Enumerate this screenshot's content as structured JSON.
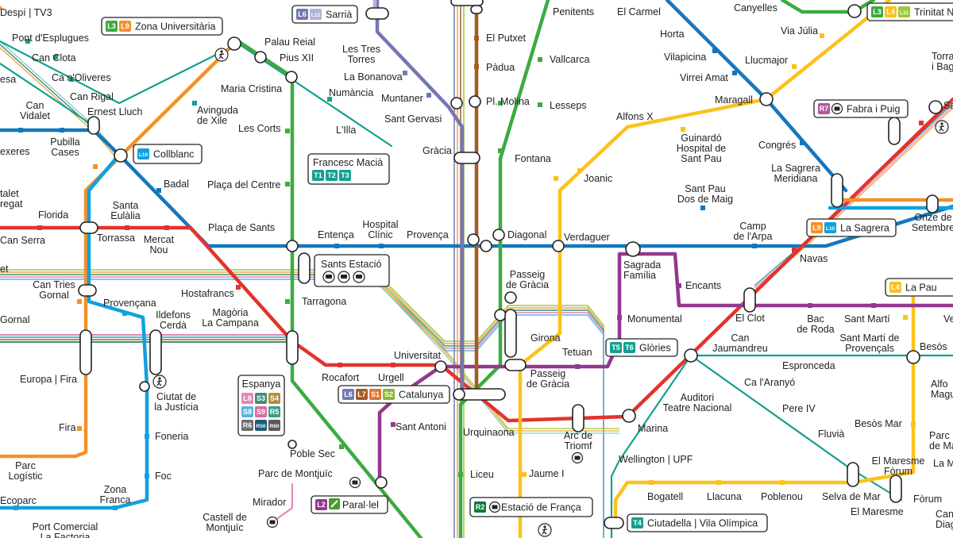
{
  "colors": {
    "L1": "#e2332d",
    "L2": "#93388f",
    "L3": "#3cab41",
    "L4": "#fcc11c",
    "L5": "#1477bd",
    "L6": "#7378b4",
    "L7": "#a65a23",
    "L9": "#f2922a",
    "L10": "#12a0dd",
    "L11": "#9dca3b",
    "L12": "#b3b2d7",
    "S": "#f0a73a",
    "R": "#3a8c8c",
    "tram": "#14a08f",
    "S1": "#e0742a",
    "S2": "#8db733",
    "S3": "#3f8e7a",
    "S4": "#b3903a",
    "S8": "#5fb4e4",
    "S9": "#e06a9b",
    "R5": "#38a08a",
    "R6": "#6b6b6b",
    "R50": "#1f5a78",
    "R60": "#595959",
    "L8": "#e684b8",
    "FM": "#4a9a2e",
    "R2": "#0a7a3a",
    "R7": "#b055a0",
    "RLt": "#8ecfc4"
  },
  "stations": {
    "despi": "Despí | TV3",
    "pont_espluges": "Pont d'Esplugues",
    "can_clota": "Can Clota",
    "ca_noliveres": "Ca n'Oliveres",
    "can_rigal": "Can Rigal",
    "esa": "esa",
    "can_vidalet": "Can\nVidalet",
    "ernest_lluch": "Ernest Lluch",
    "avinguda_xile": "Avinguda\nde Xile",
    "pubilla_cases": "Pubilla\nCases",
    "exeres": "exeres",
    "maria_cristina": "Maria Cristina",
    "palau_reial": "Palau Reial",
    "pius_xii": "Pius XII",
    "les_corts": "Les Corts",
    "numancia": "Numància",
    "lilla": "L'Illa",
    "les_tres_torres": "Les Tres\nTorres",
    "la_bonanova": "La Bonanova",
    "muntaner": "Muntaner",
    "sant_gervasi": "Sant Gervasi",
    "gracia": "Gràcia",
    "el_putxet": "El Putxet",
    "padua": "Pàdua",
    "pl_molina": "Pl. Molina",
    "penitents": "Penitents",
    "vallcarca": "Vallcarca",
    "lesseps": "Lesseps",
    "fontana": "Fontana",
    "el_carmel": "El Carmel",
    "horta": "Horta",
    "vilapicina": "Vilapicina",
    "virrei_amat": "Virrei Amat",
    "maragall": "Maragall",
    "canyelles": "Canyelles",
    "via_julia": "Via Júlia",
    "llucmajor": "Llucmajor",
    "alfons_x": "Alfons X",
    "guinardo": "Guinardó\nHospital de\nSant Pau",
    "joanic": "Joanic",
    "congres": "Congrés",
    "sagrera_meridiana": "La Sagrera\nMeridiana",
    "sant_pau_dos_maig": "Sant Pau\nDos de Maig",
    "torras_bages": "Torra\ni Bage",
    "sa": "Sa",
    "talet": "talet\nregat",
    "florida": "Florida",
    "santa_eulalia": "Santa\nEulàlia",
    "can_serra": "Can Serra",
    "torrassa": "Torrassa",
    "mercat_nou": "Mercat\nNou",
    "badal": "Badal",
    "placa_centre": "Plaça del Centre",
    "placa_sants": "Plaça de Sants",
    "entenca": "Entença",
    "hospital_clinic": "Hospital\nClínic",
    "provenca": "Provença",
    "diagonal": "Diagonal",
    "verdaguer": "Verdaguer",
    "camp_arpa": "Camp\nde l'Arpa",
    "onze_setembre": "Onze de\nSetembre",
    "navas": "Navas",
    "et": "et",
    "can_tries": "Can Tries\nGornal",
    "hostafrancs": "Hostafrancs",
    "tarragona": "Tarragona",
    "passeig_gracia_top": "Passeig\nde Gràcia",
    "sagrada_familia": "Sagrada\nFamília",
    "encants": "Encants",
    "provencana": "Provençana",
    "ildefons": "Ildefons\nCerdà",
    "magoria": "Magòria\nLa Campana",
    "gornal": "Gornal",
    "monumental": "Monumental",
    "el_clot": "El Clot",
    "bac_roda": "Bac\nde Roda",
    "sant_marti": "Sant Martí",
    "ve": "Ve",
    "girona": "Girona",
    "tetuan": "Tetuan",
    "universitat": "Universitat",
    "can_jaumandreu": "Can\nJaumandreu",
    "sant_marti_provencals": "Sant Martí de\nProvençals",
    "besos": "Besòs",
    "europa_fira": "Europa | Fira",
    "rocafort": "Rocafort",
    "urgell": "Urgell",
    "passeig_gracia_bottom": "Passeig\nde Gràcia",
    "espronceda": "Espronceda",
    "alfo": "Alfo\nMagu",
    "ciutat_justicia": "Ciutat de\nla Justícia",
    "sant_antoni": "Sant Antoni",
    "urquinaona": "Urquinaona",
    "auditori": "Auditori\nTeatre Nacional",
    "ca_aranyo": "Ca l'Aranyó",
    "pere_iv": "Pere IV",
    "fira": "Fira",
    "foneria": "Foneria",
    "arc_triomf": "Arc de\nTriomf",
    "marina": "Marina",
    "fluvia": "Fluvià",
    "besos_mar": "Besòs Mar",
    "parc_ma": "Parc\nde Ma",
    "parc_logistic": "Parc\nLogístic",
    "poble_sec": "Poble Sec",
    "wellington": "Wellington | UPF",
    "el_maresme_forum": "El Maresme\nFòrum",
    "la_m": "La M",
    "foc": "Foc",
    "parc_montjuic": "Parc de Montjuïc",
    "liceu": "Liceu",
    "jaume_i": "Jaume I",
    "zona_franca": "Zona\nFranca",
    "mirador": "Mirador",
    "bogatell": "Bogatell",
    "llacuna": "Llacuna",
    "poblenou": "Poblenou",
    "selva_mar": "Selva de Mar",
    "forum": "Fòrum",
    "ecoparc": "Ecoparc",
    "el_maresme": "El Maresme",
    "castell_montjuic": "Castell de\nMontjuïc",
    "port_comercial": "Port Comercial\nLa Factoria",
    "can_diagonal": "Can\nDiagona"
  },
  "boxes": {
    "sarria": {
      "name": "Sarrià",
      "chips": [
        "L6",
        "L12"
      ]
    },
    "zona_universitaria": {
      "name": "Zona Universitària",
      "chips": [
        "L3",
        "L9"
      ]
    },
    "trinitat_nova": {
      "name": "Trinitat N",
      "chips": [
        "L3",
        "L4",
        "L11"
      ]
    },
    "fabra_puig": {
      "name": "Fabra i Puig",
      "chips": [
        "R7"
      ]
    },
    "collblanc": {
      "name": "Collblanc",
      "chips": [
        "L10"
      ]
    },
    "francesc_macia": {
      "name": "Francesc Macià",
      "chips": [
        "T1",
        "T2",
        "T3"
      ]
    },
    "sants_estacio": {
      "name": "Sants Estació"
    },
    "la_sagrera": {
      "name": "La Sagrera",
      "chips": [
        "L9",
        "L10"
      ]
    },
    "la_pau": {
      "name": "La Pau",
      "chips": [
        "L4"
      ]
    },
    "glories": {
      "name": "Glòries",
      "chips": [
        "T5",
        "T6"
      ]
    },
    "catalunya": {
      "name": "Catalunya",
      "chips": [
        "L6",
        "L7",
        "S1",
        "S2"
      ]
    },
    "espanya": {
      "name": "Espanya",
      "chips": [
        "L8",
        "S3",
        "S4",
        "S8",
        "S9",
        "R5",
        "R6",
        "R50",
        "R60"
      ]
    },
    "parallel": {
      "name": "Paral·lel",
      "chips": [
        "L2"
      ]
    },
    "estacio_franca": {
      "name": "Estació de França",
      "chips": [
        "R2"
      ]
    },
    "ciutadella": {
      "name": "Ciutadella | Vila Olímpica",
      "chips": [
        "T4"
      ]
    }
  },
  "icons": [
    "interchange-walk-icon",
    "bus-icon",
    "tram-icon",
    "train-icon",
    "funicular-icon",
    "cable-car-icon",
    "wheelchair-icon"
  ]
}
